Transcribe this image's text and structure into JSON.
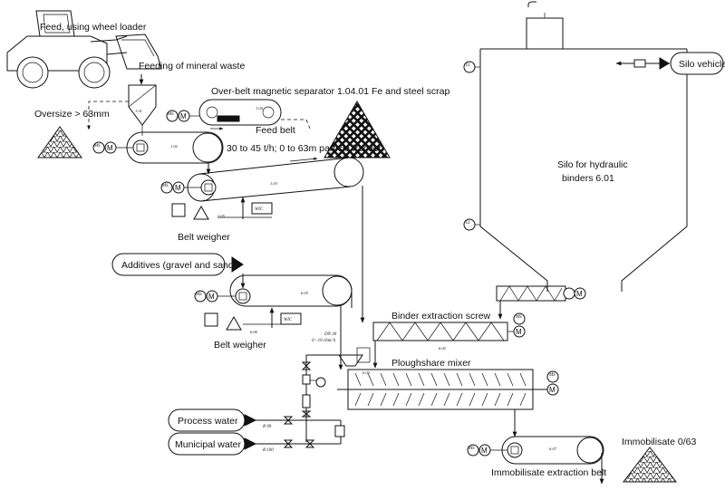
{
  "labels": {
    "feed_wheel_loader": "Feed, using wheel loader",
    "feeding_mineral_waste": "Feeding of mineral waste",
    "oversize": "Oversize > 63mm",
    "over_belt_separator": "Over-belt magnetic separator",
    "scrap": "1.04.01 Fe and steel scrap",
    "feed_belt": "Feed belt",
    "particle_fraction": "30 to 45 t/h; 0 to 63m particle fraction",
    "belt_weigher_1": "Belt weigher",
    "additives": "Additives (gravel and sand)",
    "belt_weigher_2": "Belt weigher",
    "silo_vehicle": "Silo vehicle",
    "silo_line1": "Silo for hydraulic",
    "silo_line2": "binders 6.01",
    "binder_screw": "Binder extraction screw",
    "ploughshare_mixer": "Ploughshare mixer",
    "process_water": "Process water",
    "municipal_water": "Municipal water",
    "r99": "R 99",
    "r100": "R 100",
    "immobilisate": "Immobilisate 0/63",
    "immobilisate_belt": "Immobilisate extraction belt"
  },
  "tags": {
    "t101": "1.01",
    "t102": "1.02",
    "t103": "1.03",
    "t104": "1.04",
    "t105": "1.05",
    "t605": "6.05",
    "t606": "6.06",
    "t602": "6.02",
    "t603": "6.03",
    "t607": "6.07",
    "dn": "DN 30",
    "dn_range": "0 - 10 cbm/ h"
  },
  "instruments": {
    "m": "M"
  }
}
